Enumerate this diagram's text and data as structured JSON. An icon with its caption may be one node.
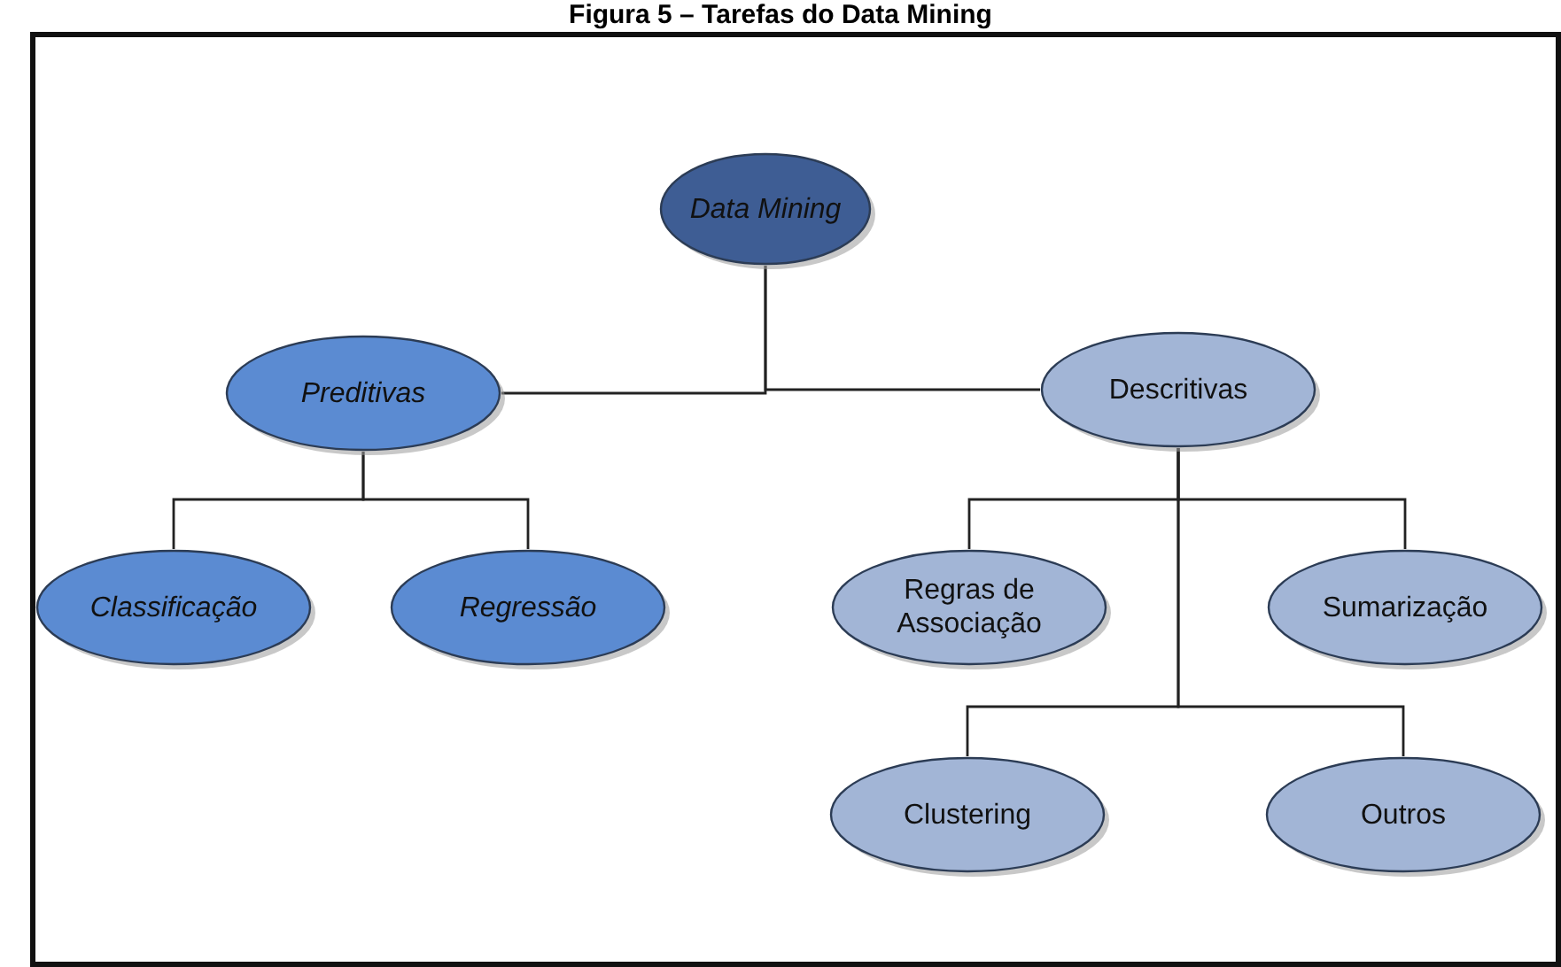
{
  "diagram": {
    "title": "Figura 5 – Tarefas do Data Mining",
    "nodes": [
      {
        "text": [
          "Data Mining"
        ]
      },
      {
        "text": [
          "Preditivas"
        ]
      },
      {
        "text": [
          "Descritivas"
        ]
      },
      {
        "text": [
          "Classificação"
        ]
      },
      {
        "text": [
          "Regressão"
        ]
      },
      {
        "text": [
          "Regras de Associação"
        ]
      },
      {
        "text": [
          "Sumarização"
        ]
      },
      {
        "text": [
          "Clustering"
        ]
      },
      {
        "text": [
          "Outros"
        ]
      }
    ],
    "edges": [
      {
        "from": 0,
        "to": 1,
        "arrow": "none"
      },
      {
        "from": 0,
        "to": 2,
        "arrow": "none"
      },
      {
        "from": 1,
        "to": 3,
        "arrow": "none"
      },
      {
        "from": 1,
        "to": 4,
        "arrow": "none"
      },
      {
        "from": 2,
        "to": 5,
        "arrow": "none"
      },
      {
        "from": 2,
        "to": 6,
        "arrow": "none"
      },
      {
        "from": 2,
        "to": 7,
        "arrow": "none"
      },
      {
        "from": 2,
        "to": 8,
        "arrow": "none"
      }
    ]
  }
}
